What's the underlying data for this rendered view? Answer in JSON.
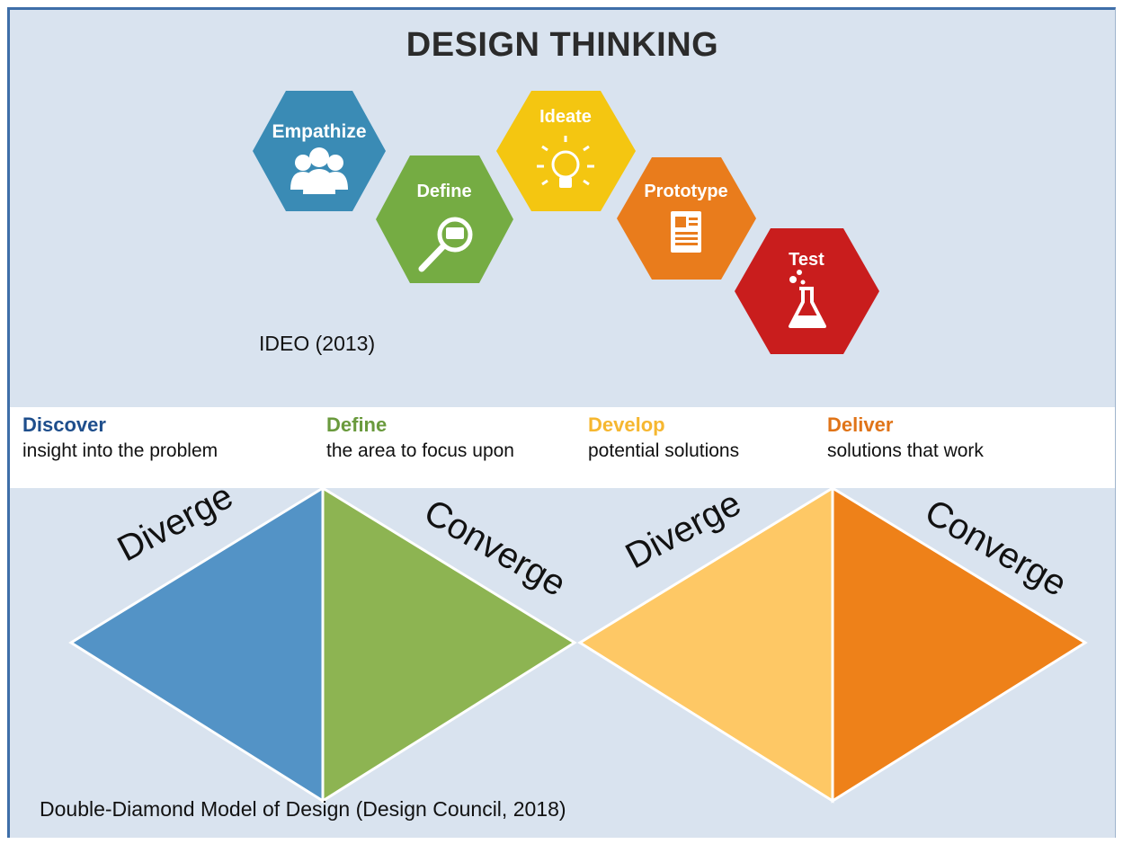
{
  "title": "DESIGN THINKING",
  "ideo_caption": "IDEO (2013)",
  "hexagons": [
    {
      "label": "Empathize",
      "color": "#3a8bb5",
      "icon": "people-icon"
    },
    {
      "label": "Define",
      "color": "#75ac43",
      "icon": "magnifier-icon"
    },
    {
      "label": "Ideate",
      "color": "#f4c611",
      "icon": "lightbulb-icon"
    },
    {
      "label": "Prototype",
      "color": "#e97c1c",
      "icon": "document-icon"
    },
    {
      "label": "Test",
      "color": "#c91d1d",
      "icon": "flask-icon"
    }
  ],
  "phases": [
    {
      "name": "Discover",
      "desc": "insight into the problem",
      "color": "#1e4e8c"
    },
    {
      "name": "Define",
      "desc": "the area to focus upon",
      "color": "#6a9a3d"
    },
    {
      "name": "Develop",
      "desc": "potential solutions",
      "color": "#f6b730"
    },
    {
      "name": "Deliver",
      "desc": "solutions that work",
      "color": "#e07418"
    }
  ],
  "diamond_labels": {
    "diverge_1": "Diverge",
    "converge_1": "Converge",
    "diverge_2": "Diverge",
    "converge_2": "Converge"
  },
  "diamond_colors": {
    "discover": "#5393c6",
    "define": "#8db452",
    "develop": "#fec865",
    "deliver": "#ee8119"
  },
  "caption": "Double-Diamond Model of Design (Design Council, 2018)"
}
